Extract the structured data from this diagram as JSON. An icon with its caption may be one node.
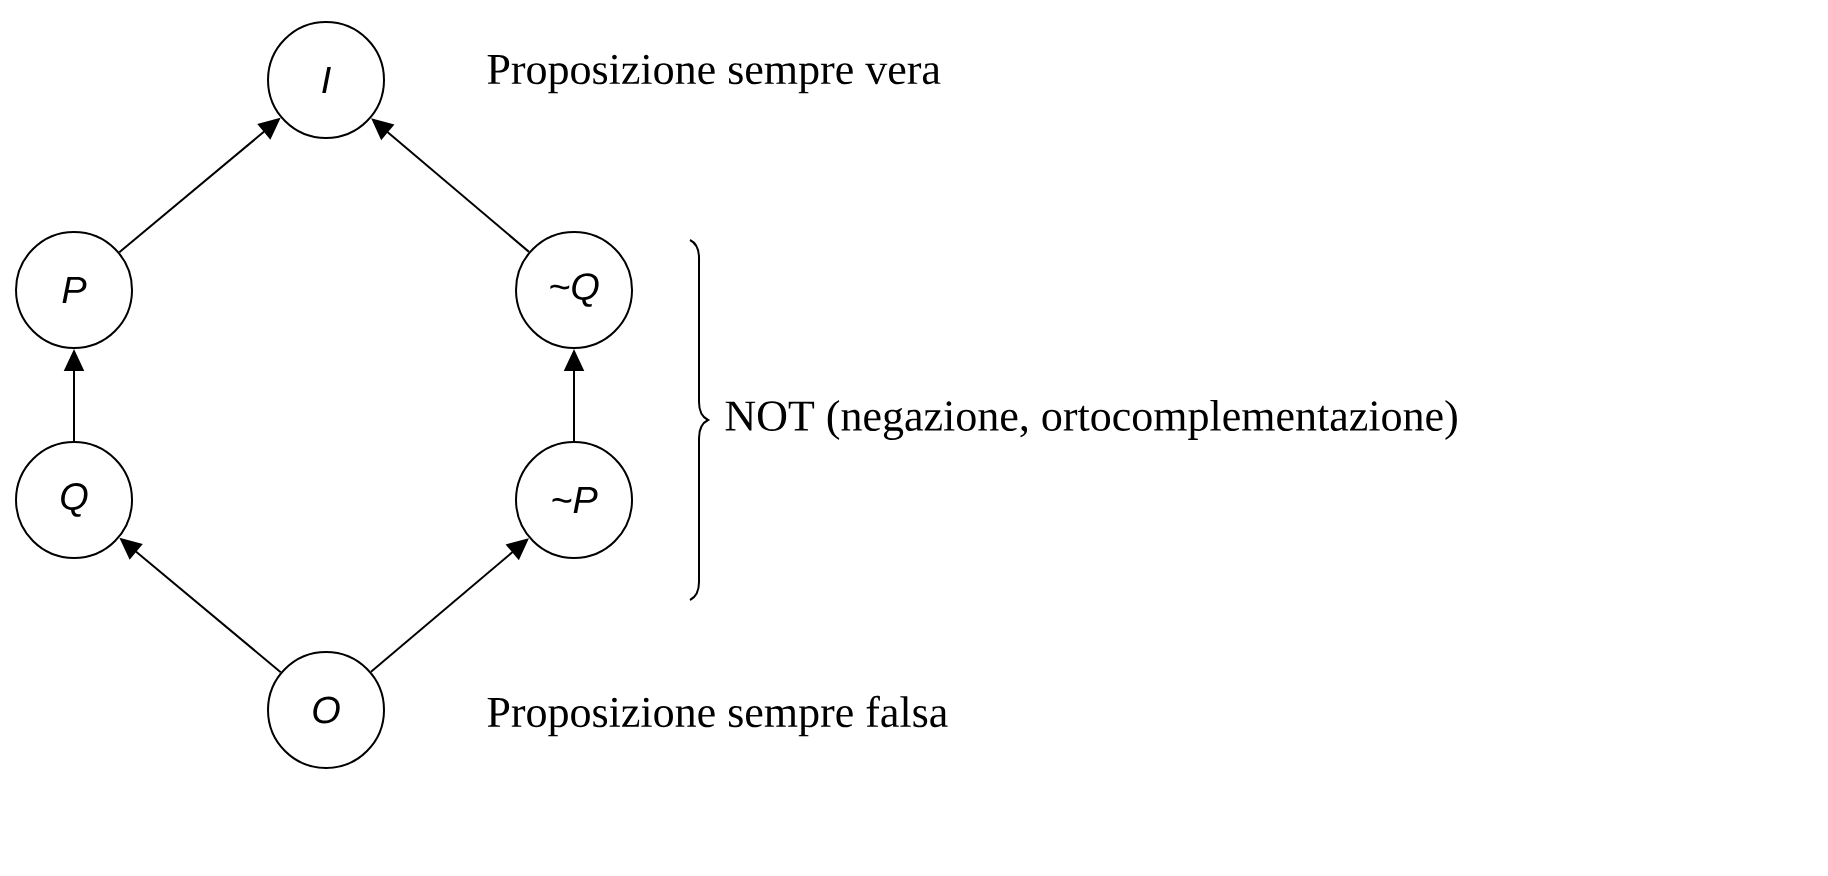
{
  "diagram": {
    "nodes": [
      {
        "text": [
          "I"
        ],
        "beside": [
          "Proposizione sempre vera"
        ]
      },
      {
        "text": [
          "P"
        ]
      },
      {
        "text": [
          "~Q"
        ]
      },
      {
        "text": [
          "Q"
        ]
      },
      {
        "text": [
          "~P"
        ]
      },
      {
        "text": [
          "O"
        ],
        "beside": [
          "Proposizione sempre falsa"
        ]
      }
    ],
    "edges": [
      {
        "from": 1,
        "to": 0,
        "arrow": "to"
      },
      {
        "from": 2,
        "to": 0,
        "arrow": "to"
      },
      {
        "from": 3,
        "to": 1,
        "arrow": "to"
      },
      {
        "from": 4,
        "to": 2,
        "arrow": "to"
      },
      {
        "from": 5,
        "to": 3,
        "arrow": "to"
      },
      {
        "from": 5,
        "to": 4,
        "arrow": "to"
      }
    ],
    "labels": [
      "NOT (negazione, ortocomplementazione)"
    ]
  }
}
